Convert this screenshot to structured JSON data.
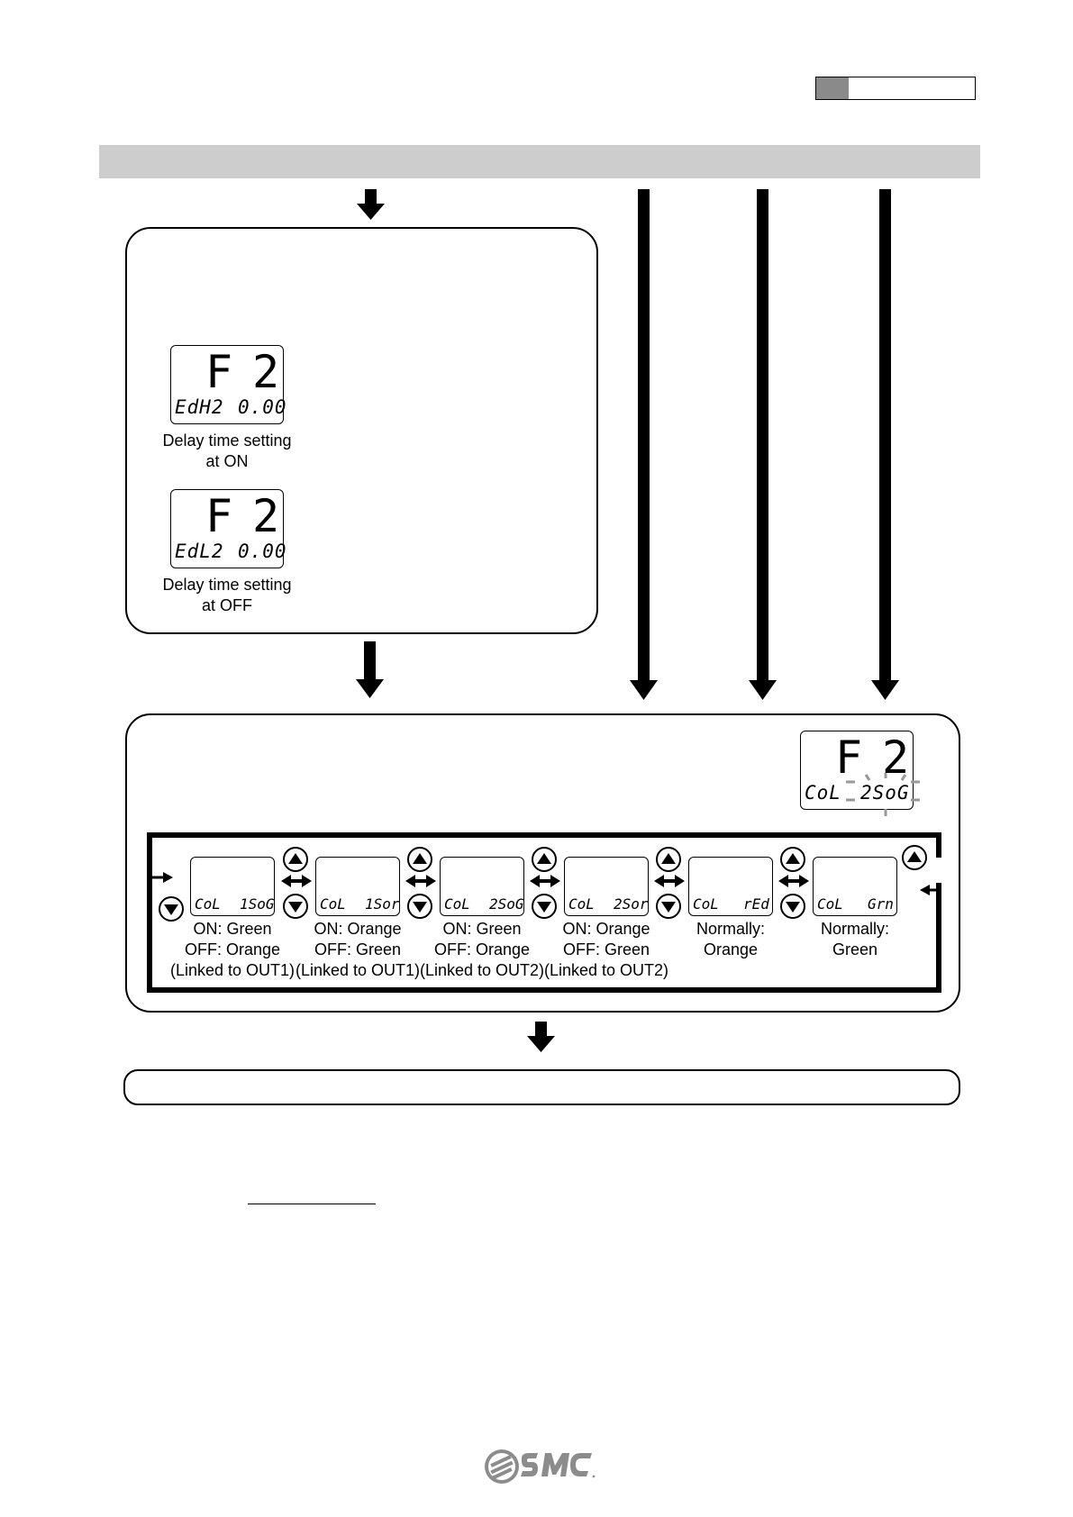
{
  "top_box": {
    "displays": [
      {
        "main_left": "F",
        "main_right": "2",
        "sub_left": "EdH2",
        "sub_right": "0.00",
        "caption_line1": "Delay time setting",
        "caption_line2": "at ON"
      },
      {
        "main_left": "F",
        "main_right": "2",
        "sub_left": "EdL2",
        "sub_right": "0.00",
        "caption_line1": "Delay time setting",
        "caption_line2": "at OFF"
      }
    ]
  },
  "mid_box": {
    "display": {
      "main_left": "F",
      "main_right": "2",
      "sub_left": "CoL",
      "sub_right": "2SoG"
    },
    "options": [
      {
        "sub_left": "CoL",
        "sub_right": "1SoG",
        "line1": "ON: Green",
        "line2": "OFF: Orange",
        "line3": "(Linked to OUT1)"
      },
      {
        "sub_left": "CoL",
        "sub_right": "1Sor",
        "line1": "ON: Orange",
        "line2": "OFF: Green",
        "line3": "(Linked to OUT1)"
      },
      {
        "sub_left": "CoL",
        "sub_right": "2SoG",
        "line1": "ON: Green",
        "line2": "OFF: Orange",
        "line3": "(Linked to OUT2)"
      },
      {
        "sub_left": "CoL",
        "sub_right": "2Sor",
        "line1": "ON: Orange",
        "line2": "OFF: Green",
        "line3": "(Linked to OUT2)"
      },
      {
        "sub_left": "CoL",
        "sub_right": "rEd",
        "line1": "Normally:",
        "line2": "Orange",
        "line3": ""
      },
      {
        "sub_left": "CoL",
        "sub_right": "Grn",
        "line1": "Normally:",
        "line2": "Green",
        "line3": ""
      }
    ]
  },
  "colors": {
    "title_bar": "#cdcdcd",
    "page_tab_fill": "#8a8a8a",
    "logo": "#8c8c8c"
  },
  "icons": [
    "down-arrow-icon",
    "up-button-icon",
    "down-button-icon",
    "double-arrow-icon",
    "smc-logo-icon"
  ]
}
